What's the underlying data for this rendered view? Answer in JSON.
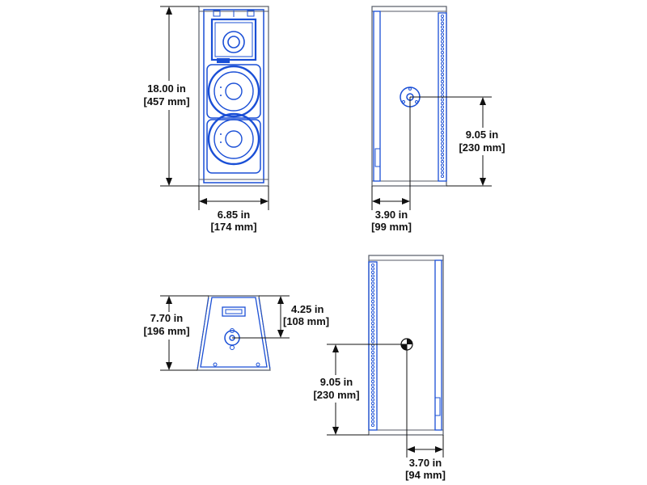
{
  "colors": {
    "line_blue": "#1a4fd6",
    "outline_gray": "#555a66",
    "dimension_black": "#111111"
  },
  "front_view": {
    "height_in": "18.00 in",
    "height_mm": "[457 mm]",
    "width_in": "6.85 in",
    "width_mm": "[174 mm]"
  },
  "side_view_right": {
    "mount_height_in": "9.05 in",
    "mount_height_mm": "[230 mm]",
    "mount_depth_in": "3.90 in",
    "mount_depth_mm": "[99 mm]"
  },
  "top_view": {
    "depth_in": "7.70 in",
    "depth_mm": "[196 mm]",
    "mount_offset_in": "4.25 in",
    "mount_offset_mm": "[108 mm]"
  },
  "side_view_left": {
    "mount_height_in": "9.05 in",
    "mount_height_mm": "[230 mm]",
    "mount_depth_in": "3.70 in",
    "mount_depth_mm": "[94 mm]"
  }
}
